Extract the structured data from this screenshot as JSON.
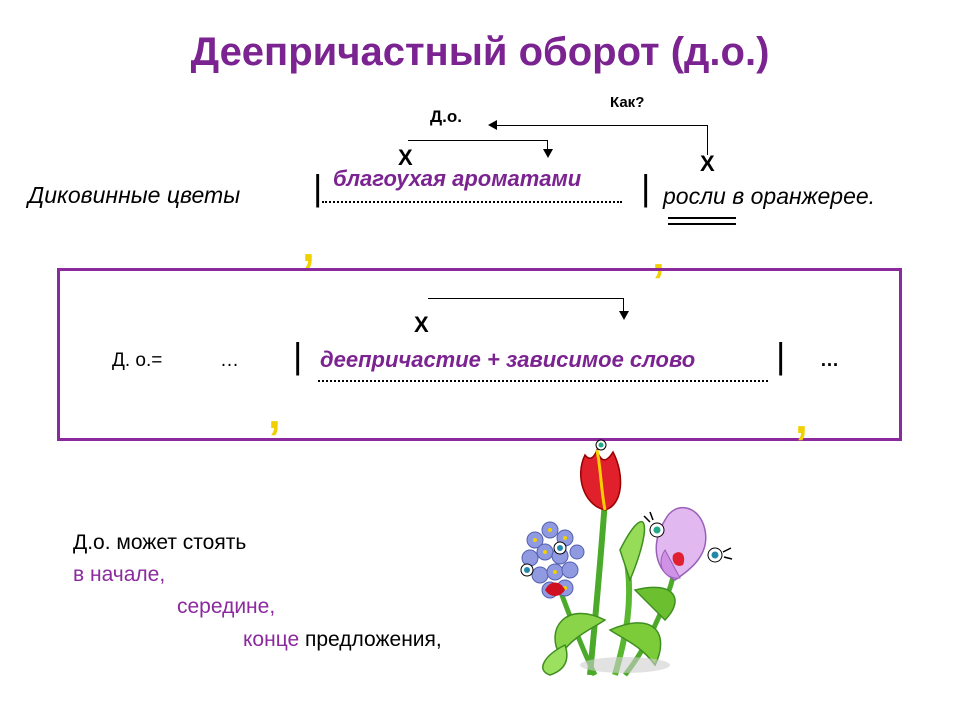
{
  "title": "Деепричастный оборот (д.о.)",
  "example": {
    "do_label": "Д.о.",
    "question": "Как?",
    "x_mark_1": "Х",
    "x_mark_2": "Х",
    "sentence_start": "Диковинные цветы",
    "bar_left": "|",
    "participle_phrase": "благоухая ароматами",
    "bar_right": "|",
    "predicate": "росли в оранжерее.",
    "comma_1": ",",
    "comma_2": ","
  },
  "formula": {
    "x_mark": "Х",
    "label": "Д. о.=",
    "ellipsis_left": "…",
    "bar_left": "|",
    "content": "деепричастие + зависимое слово",
    "bar_right": "|",
    "ellipsis_right": "…",
    "comma_1": ",",
    "comma_2": ","
  },
  "positions": {
    "line1": "Д.о. может стоять",
    "line2": "в начале,",
    "line3": "середине,",
    "line4_word": "конце",
    "line4_rest": " предложения,"
  },
  "colors": {
    "title": "#7b2390",
    "frame": "#8b2a9d",
    "comma": "#f0d000"
  },
  "image": {
    "icon": "flower-bouquet-illustration"
  }
}
